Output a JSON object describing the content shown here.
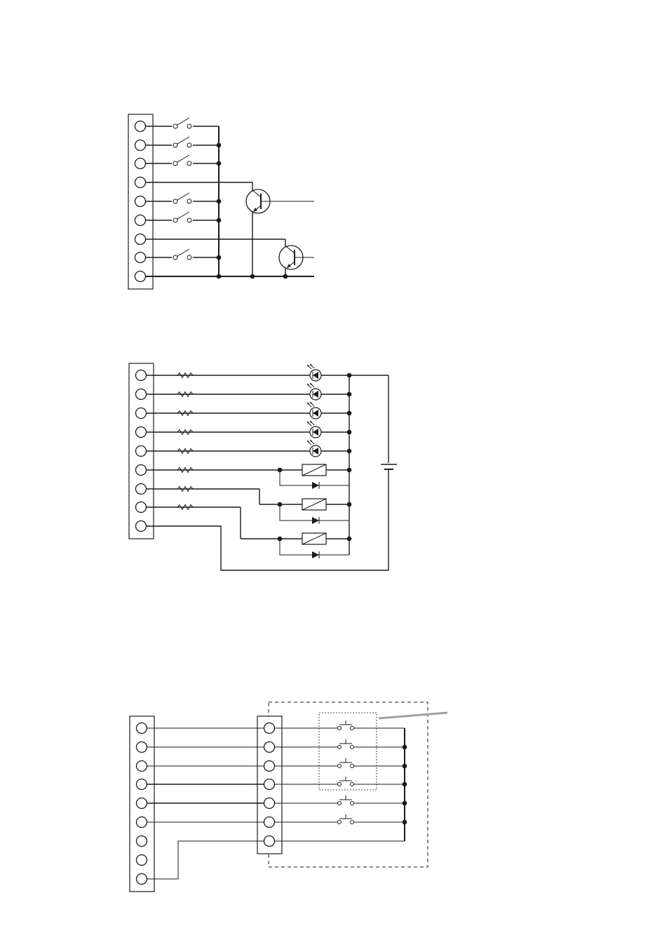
{
  "diagrams": [
    {
      "id": "input-switches-transistors",
      "terminals": 9,
      "switches": 6,
      "transistors": 2
    },
    {
      "id": "outputs-leds-relays",
      "terminals": 9,
      "resistors": 8,
      "leds": 5,
      "relays": 3,
      "diodes": 3,
      "battery": 1
    },
    {
      "id": "keypad-pushbuttons",
      "terminals_left": 9,
      "terminals_right": 7,
      "pushbuttons": 6
    }
  ],
  "colors": {
    "wire": "#1a1a1a",
    "leader_line": "#a0a0a0",
    "background": "#ffffff"
  }
}
